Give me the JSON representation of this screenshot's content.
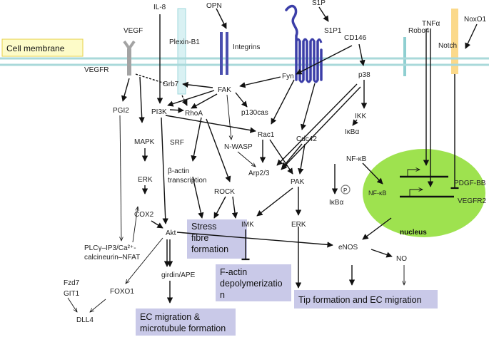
{
  "colors": {
    "membrane": "#a9d9da",
    "membrane_label_bg": "#fdfbc8",
    "membrane_label_border": "#e6d24a",
    "plexin": "#d9f1f3",
    "integrin": "#4a4fae",
    "s1p1_receptor": "#3b3ea8",
    "robo4": "#8fcfd1",
    "notch": "#fbd98a",
    "nucleus": "#9ee24f",
    "outcome_box": "#c9c9e8",
    "vegfr": "#a3a3a3"
  },
  "membrane": {
    "label": "Cell membrane"
  },
  "receptors": {
    "vegf": "VEGF",
    "vegfr": "VEGFR",
    "il8": "IL-8",
    "plexin": "Plexin-B1",
    "opn": "OPN",
    "integrins": "Integrins",
    "s1p": "S1P",
    "s1p1": "S1P1",
    "cd146": "CD146",
    "robo4": "Robo4",
    "tnfa": "TNFα",
    "noxo1": "NoxO1",
    "notch": "Notch"
  },
  "nodes": {
    "grb7": "Grb7",
    "fak": "FAK",
    "fyn": "Fyn",
    "p38": "p38",
    "pgi2": "PGI2",
    "pi3k": "PI3K",
    "rhoa": "RhoA",
    "p130cas": "p130cas",
    "rac1": "Rac1",
    "ikk": "IKK",
    "mapk": "MAPK",
    "srf": "SRF",
    "nwasp": "N-WASP",
    "cdc42": "Cdc42",
    "ikba1": "IκBα",
    "nfkb": "NF-κB",
    "erk_left": "ERK",
    "bactin1": "β-actin",
    "bactin2": "transcription",
    "arp23": "Arp2/3",
    "pak": "PAK",
    "rock": "ROCK",
    "cox2": "COX2",
    "imk": "IMK",
    "erk_right": "ERK",
    "ikba2": "IκBα",
    "phospho": "P",
    "akt": "Akt",
    "plc1": "PLCγ–IP3/Ca²⁺-",
    "plc2": "calcineurin–NFAT",
    "enos": "eNOS",
    "no": "NO",
    "fzd7": "Fzd7",
    "git1": "GIT1",
    "foxo1": "FOXO1",
    "girdin": "girdin/APE",
    "dll4": "DLL4"
  },
  "nucleus": {
    "label": "nucleus",
    "nfkb": "NF-κB",
    "pdgfbb": "PDGF-BB",
    "vegfr2": "VEGFR2"
  },
  "outcomes": {
    "stress1": "Stress",
    "stress2": "fibre",
    "stress3": "formation",
    "factin1": "F-actin",
    "factin2": "depolymerizatio",
    "factin3": "n",
    "tip": "Tip formation and EC migration",
    "ecmig1": "EC migration &",
    "ecmig2": "microtubule formation"
  }
}
